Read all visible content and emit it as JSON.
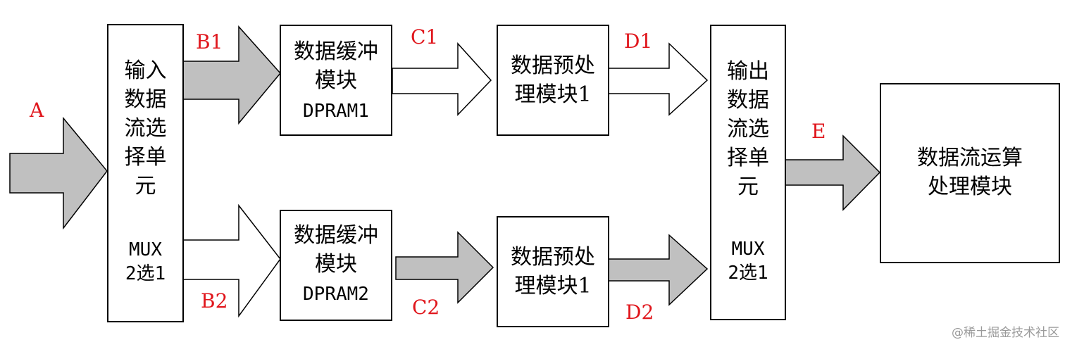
{
  "labels": {
    "a": "A",
    "b1": "B1",
    "b2": "B2",
    "c1": "C1",
    "c2": "C2",
    "d1": "D1",
    "d2": "D2",
    "e": "E"
  },
  "blocks": {
    "input_mux": {
      "text": "输入\n数据\n流选\n择单\n元",
      "sub": "MUX\n2选1"
    },
    "buffer1": {
      "text": "数据缓冲\n模块",
      "sub": "DPRAM1"
    },
    "buffer2": {
      "text": "数据缓冲\n模块",
      "sub": "DPRAM2"
    },
    "preproc1": {
      "text": "数据预处\n理模块1"
    },
    "preproc2": {
      "text": "数据预处\n理模块1"
    },
    "output_mux": {
      "text": "输出\n数据\n流选\n择单\n元",
      "sub": "MUX\n2选1"
    },
    "compute": {
      "text": "数据流运算\n处理模块"
    }
  },
  "colors": {
    "active_arrow": "#c0c0c0",
    "inactive_arrow": "#ffffff",
    "signal_label": "#e0161c"
  },
  "watermark": "@稀土掘金技术社区"
}
